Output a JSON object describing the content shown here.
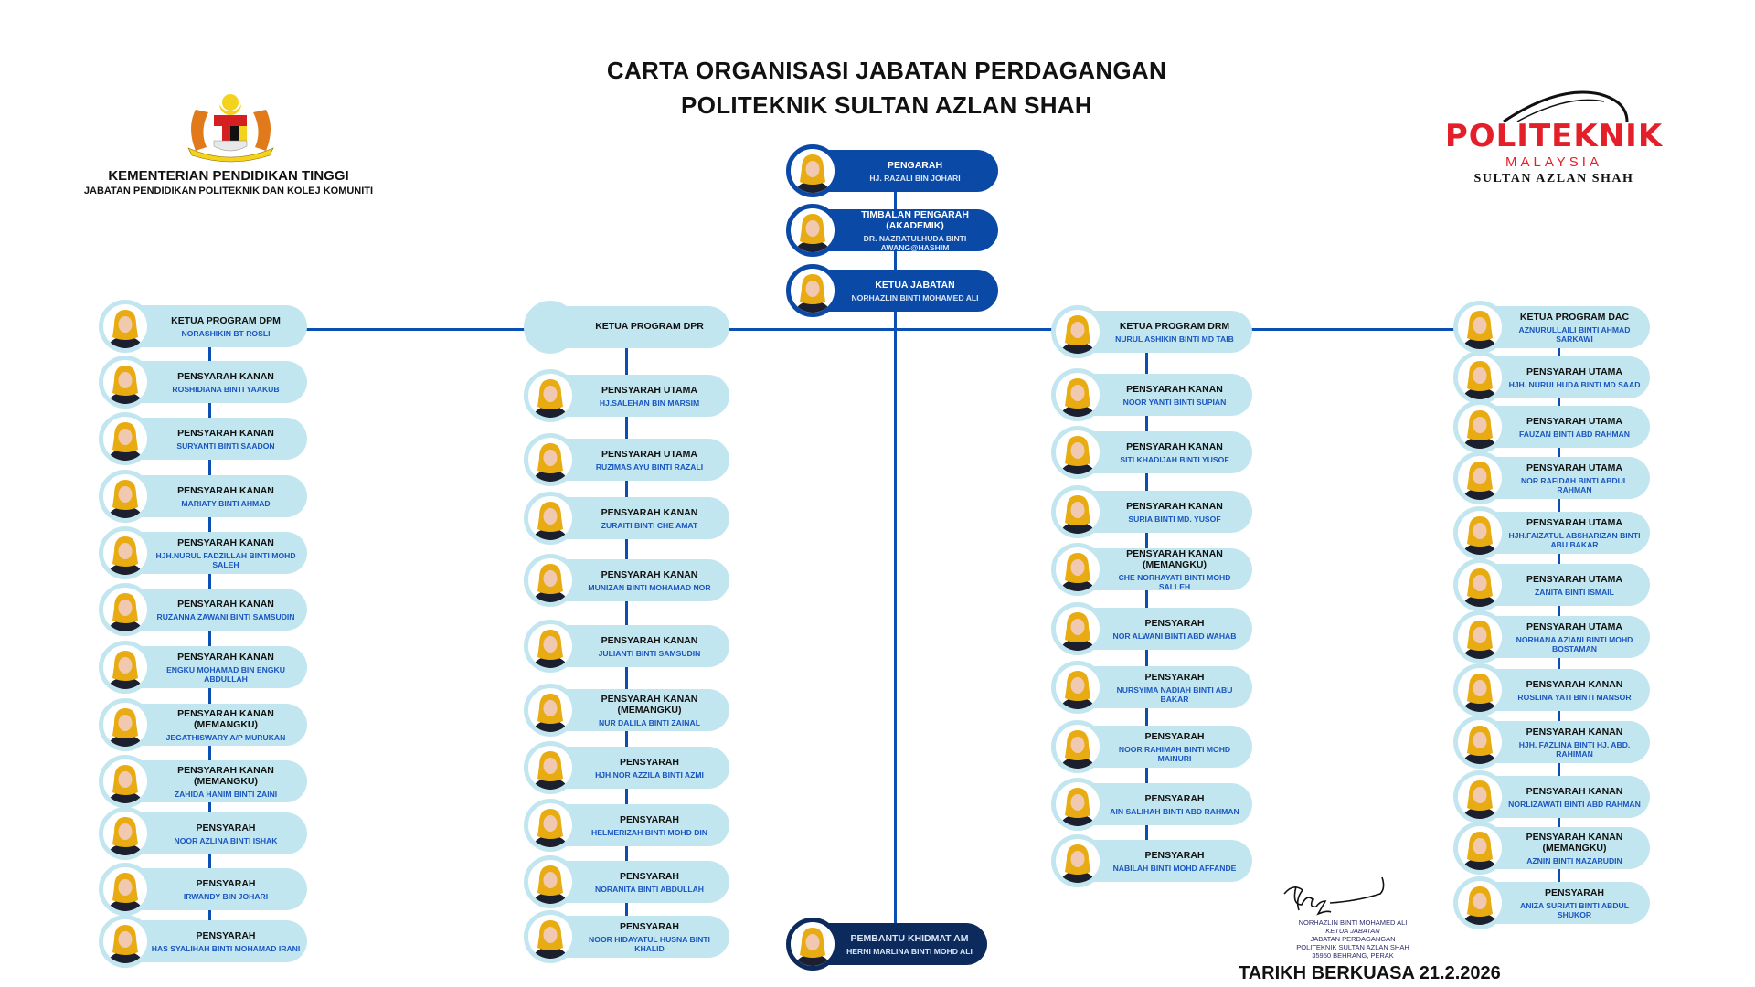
{
  "header": {
    "title_line1": "CARTA ORGANISASI JABATAN PERDAGANGAN",
    "title_line2": "POLITEKNIK SULTAN AZLAN SHAH"
  },
  "ministry": {
    "line1": "KEMENTERIAN PENDIDIKAN TINGGI",
    "line2": "JABATAN PENDIDIKAN POLITEKNIK DAN KOLEJ KOMUNITI"
  },
  "logo": {
    "brand": "POLITEKNIK",
    "sub": "MALAYSIA",
    "campus": "SULTAN AZLAN SHAH",
    "brand_color": "#e3202a"
  },
  "leadership": [
    {
      "title": "PENGARAH",
      "name": "HJ. RAZALI BIN JOHARI"
    },
    {
      "title": "TIMBALAN PENGARAH (AKADEMIK)",
      "name": "DR. NAZRATULHUDA BINTI AWANG@HASHIM"
    },
    {
      "title": "KETUA JABATAN",
      "name": "NORHAZLIN BINTI MOHAMED ALI"
    }
  ],
  "support": {
    "title": "PEMBANTU KHIDMAT AM",
    "name": "HERNI MARLINA BINTI MOHD ALI"
  },
  "columns": [
    {
      "members": [
        {
          "title": "KETUA PROGRAM DPM",
          "name": "NORASHIKIN BT ROSLI"
        },
        {
          "title": "PENSYARAH KANAN",
          "name": "ROSHIDIANA BINTI YAAKUB"
        },
        {
          "title": "PENSYARAH KANAN",
          "name": "SURYANTI BINTI SAADON"
        },
        {
          "title": "PENSYARAH KANAN",
          "name": "MARIATY BINTI AHMAD"
        },
        {
          "title": "PENSYARAH KANAN",
          "name": "HJH.NURUL FADZILLAH BINTI MOHD SALEH"
        },
        {
          "title": "PENSYARAH KANAN",
          "name": "RUZANNA ZAWANI BINTI SAMSUDIN"
        },
        {
          "title": "PENSYARAH KANAN",
          "name": "ENGKU MOHAMAD BIN ENGKU ABDULLAH"
        },
        {
          "title": "PENSYARAH KANAN (MEMANGKU)",
          "name": "JEGATHISWARY A/P MURUKAN"
        },
        {
          "title": "PENSYARAH KANAN (MEMANGKU)",
          "name": "ZAHIDA HANIM BINTI ZAINI"
        },
        {
          "title": "PENSYARAH",
          "name": "NOOR AZLINA BINTI ISHAK"
        },
        {
          "title": "PENSYARAH",
          "name": "IRWANDY BIN JOHARI"
        },
        {
          "title": "PENSYARAH",
          "name": "HAS SYALIHAH BINTI MOHAMAD IRANI"
        }
      ]
    },
    {
      "members": [
        {
          "title": "KETUA PROGRAM DPR",
          "name": ""
        },
        {
          "title": "PENSYARAH UTAMA",
          "name": "HJ.SALEHAN BIN MARSIM"
        },
        {
          "title": "PENSYARAH UTAMA",
          "name": "RUZIMAS AYU BINTI RAZALI"
        },
        {
          "title": "PENSYARAH KANAN",
          "name": "ZURAITI BINTI CHE AMAT"
        },
        {
          "title": "PENSYARAH KANAN",
          "name": "MUNIZAN BINTI MOHAMAD NOR"
        },
        {
          "title": "PENSYARAH KANAN",
          "name": "JULIANTI BINTI SAMSUDIN"
        },
        {
          "title": "PENSYARAH KANAN (MEMANGKU)",
          "name": "NUR DALILA BINTI ZAINAL"
        },
        {
          "title": "PENSYARAH",
          "name": "HJH.NOR AZZILA BINTI AZMI"
        },
        {
          "title": "PENSYARAH",
          "name": "HELMERIZAH BINTI MOHD DIN"
        },
        {
          "title": "PENSYARAH",
          "name": "NORANITA BINTI ABDULLAH"
        },
        {
          "title": "PENSYARAH",
          "name": "NOOR HIDAYATUL HUSNA BINTI KHALID"
        }
      ]
    },
    {
      "members": [
        {
          "title": "KETUA PROGRAM DRM",
          "name": "NURUL ASHIKIN BINTI MD TAIB"
        },
        {
          "title": "PENSYARAH KANAN",
          "name": "NOOR YANTI BINTI SUPIAN"
        },
        {
          "title": "PENSYARAH KANAN",
          "name": "SITI KHADIJAH BINTI YUSOF"
        },
        {
          "title": "PENSYARAH KANAN",
          "name": "SURIA BINTI MD. YUSOF"
        },
        {
          "title": "PENSYARAH KANAN (MEMANGKU)",
          "name": "CHE NORHAYATI BINTI MOHD SALLEH"
        },
        {
          "title": "PENSYARAH",
          "name": "NOR ALWANI BINTI ABD WAHAB"
        },
        {
          "title": "PENSYARAH",
          "name": "NURSYIMA NADIAH BINTI ABU BAKAR"
        },
        {
          "title": "PENSYARAH",
          "name": "NOOR RAHIMAH BINTI MOHD MAINURI"
        },
        {
          "title": "PENSYARAH",
          "name": "AIN SALIHAH BINTI ABD RAHMAN"
        },
        {
          "title": "PENSYARAH",
          "name": "NABILAH BINTI MOHD AFFANDE"
        }
      ]
    },
    {
      "members": [
        {
          "title": "KETUA PROGRAM DAC",
          "name": "AZNURULLAILI BINTI AHMAD SARKAWI"
        },
        {
          "title": "PENSYARAH UTAMA",
          "name": "HJH. NURULHUDA BINTI MD SAAD"
        },
        {
          "title": "PENSYARAH UTAMA",
          "name": "FAUZAN BINTI ABD RAHMAN"
        },
        {
          "title": "PENSYARAH UTAMA",
          "name": "NOR RAFIDAH BINTI ABDUL RAHMAN"
        },
        {
          "title": "PENSYARAH UTAMA",
          "name": "HJH.FAIZATUL ABSHARIZAN BINTI ABU BAKAR"
        },
        {
          "title": "PENSYARAH UTAMA",
          "name": "ZANITA BINTI ISMAIL"
        },
        {
          "title": "PENSYARAH UTAMA",
          "name": "NORHANA AZIANI BINTI MOHD BOSTAMAN"
        },
        {
          "title": "PENSYARAH KANAN",
          "name": "ROSLINA YATI BINTI MANSOR"
        },
        {
          "title": "PENSYARAH KANAN",
          "name": "HJH. FAZLINA BINTI HJ. ABD. RAHIMAN"
        },
        {
          "title": "PENSYARAH KANAN",
          "name": "NORLIZAWATI BINTI ABD RAHMAN"
        },
        {
          "title": "PENSYARAH KANAN (MEMANGKU)",
          "name": "AZNIN BINTI NAZARUDIN"
        },
        {
          "title": "PENSYARAH",
          "name": "ANIZA SURIATI BINTI ABDUL SHUKOR"
        }
      ]
    }
  ],
  "signature": {
    "name": "NORHAZLIN BINTI MOHAMED ALI",
    "position": "KETUA JABATAN",
    "dept": "JABATAN PERDAGANGAN",
    "institution": "POLITEKNIK SULTAN AZLAN SHAH",
    "address": "35950 BEHRANG, PERAK"
  },
  "effective_date": "TARIKH BERKUASA 21.2.2026",
  "colors": {
    "card": "#c2e6ef",
    "leader_card": "#0a4aa6",
    "support_card": "#0c2a5b",
    "connector": "#0b4fb3",
    "name_text": "#1a56c0"
  }
}
